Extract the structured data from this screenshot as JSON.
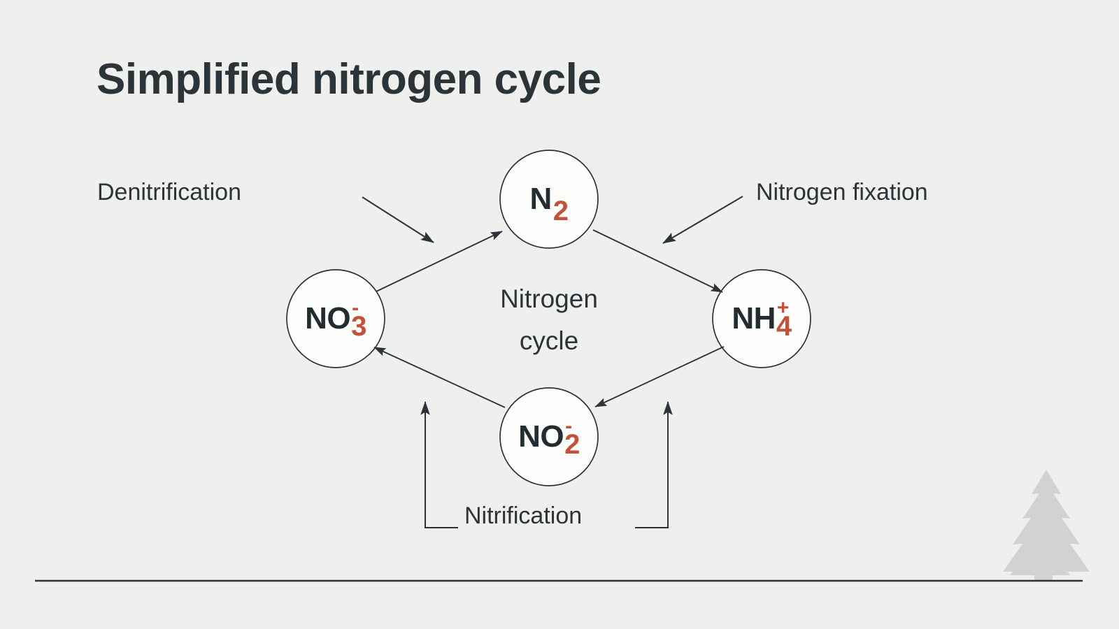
{
  "page": {
    "title": "Simplified nitrogen cycle",
    "background_color": "#efefee",
    "ink_color": "#2b3439",
    "accent_color": "#c4513c",
    "tree_color": "#d2d2d1"
  },
  "diagram": {
    "center_label_line1": "Nitrogen",
    "center_label_line2": "cycle",
    "nodes": [
      {
        "id": "n2",
        "formula": "N",
        "subscript": "2",
        "superscript": "",
        "position": "top"
      },
      {
        "id": "no3",
        "formula": "NO",
        "subscript": "3",
        "superscript": "-",
        "position": "left"
      },
      {
        "id": "nh4",
        "formula": "NH",
        "subscript": "4",
        "superscript": "+",
        "position": "right"
      },
      {
        "id": "no2",
        "formula": "NO",
        "subscript": "2",
        "superscript": "-",
        "position": "bottom"
      }
    ],
    "process_labels": [
      {
        "id": "denitrification",
        "text": "Denitrification"
      },
      {
        "id": "nitrogen-fixation",
        "text": "Nitrogen fixation"
      },
      {
        "id": "nitrification",
        "text": "Nitrification"
      }
    ]
  }
}
